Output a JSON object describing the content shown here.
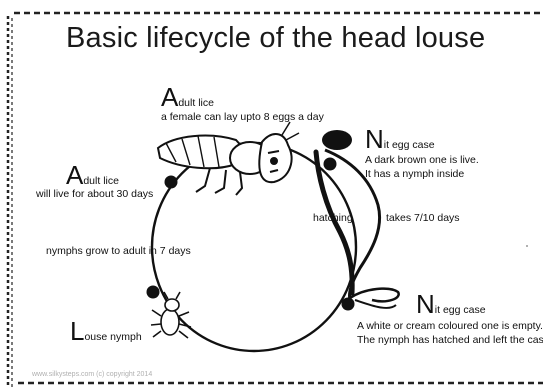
{
  "title": "Basic lifecycle of the head louse",
  "stages": {
    "adult_top": {
      "cap": "A",
      "rest": "dult lice",
      "desc": "a female can lay upto 8 eggs a day"
    },
    "adult_left": {
      "cap": "A",
      "rest": "dult lice",
      "desc": "will live for about 30 days"
    },
    "nit_live": {
      "cap": "N",
      "rest": "it egg case",
      "desc1": "A dark brown one is live.",
      "desc2": "It has a nymph inside"
    },
    "nit_empty": {
      "cap": "N",
      "rest": "it egg case",
      "desc1": "A white or cream coloured one is empty.",
      "desc2": "The nymph has hatched and left the case"
    },
    "nymph": {
      "cap": "L",
      "rest": "ouse nymph"
    }
  },
  "labels": {
    "hatching": "hatching",
    "takes": "takes 7/10 days",
    "grow": "nymphs grow to adult in 7 days"
  },
  "credit": "www.silkysteps.com (c) copyright 2014",
  "colors": {
    "ink": "#111111",
    "border": "#222222",
    "credit": "#b0b0b0"
  },
  "icons": [
    "louse-adult-icon",
    "louse-nymph-icon",
    "nit-egg-icon"
  ]
}
